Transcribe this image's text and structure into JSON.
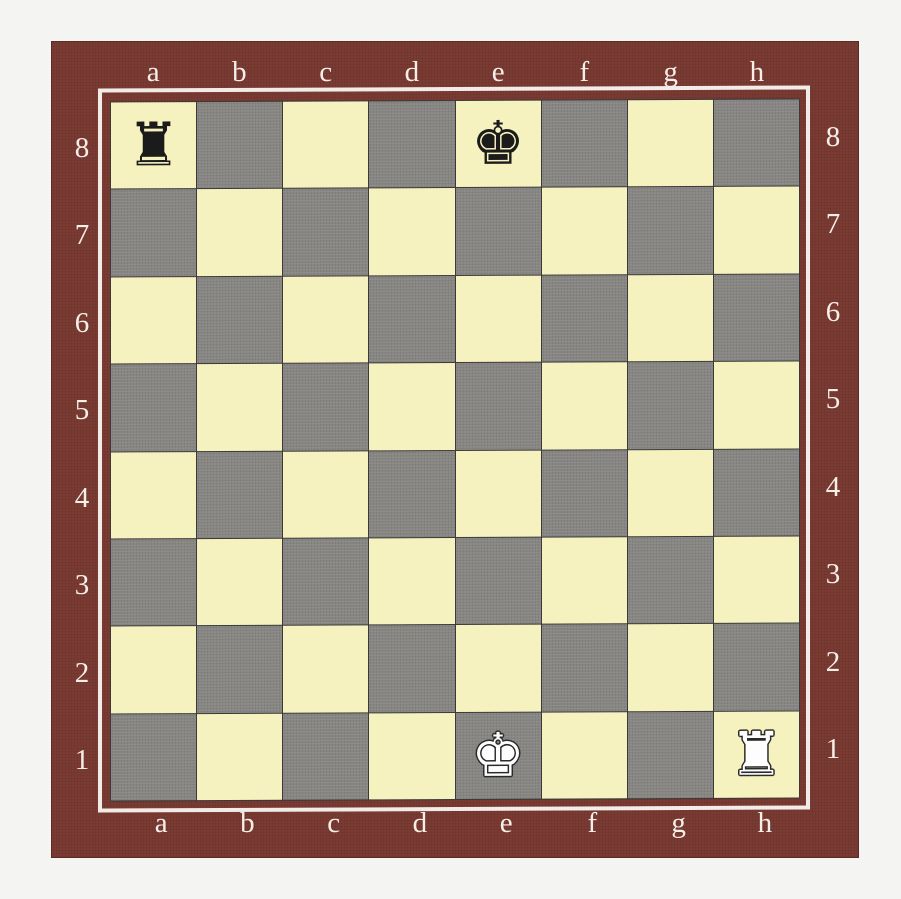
{
  "board": {
    "files": [
      "a",
      "b",
      "c",
      "d",
      "e",
      "f",
      "g",
      "h"
    ],
    "ranks": [
      "8",
      "7",
      "6",
      "5",
      "4",
      "3",
      "2",
      "1"
    ],
    "colors": {
      "frame": "#7a3b33",
      "light_square": "#f6f2bf",
      "dark_square": "#8e8d8a",
      "coordinates": "#f5efe8"
    },
    "pieces": [
      {
        "square": "a8",
        "color": "black",
        "type": "rook",
        "glyph": "♜"
      },
      {
        "square": "e8",
        "color": "black",
        "type": "king",
        "glyph": "♚"
      },
      {
        "square": "e1",
        "color": "white",
        "type": "king",
        "glyph": "♚"
      },
      {
        "square": "h1",
        "color": "white",
        "type": "rook",
        "glyph": "♜"
      }
    ]
  }
}
